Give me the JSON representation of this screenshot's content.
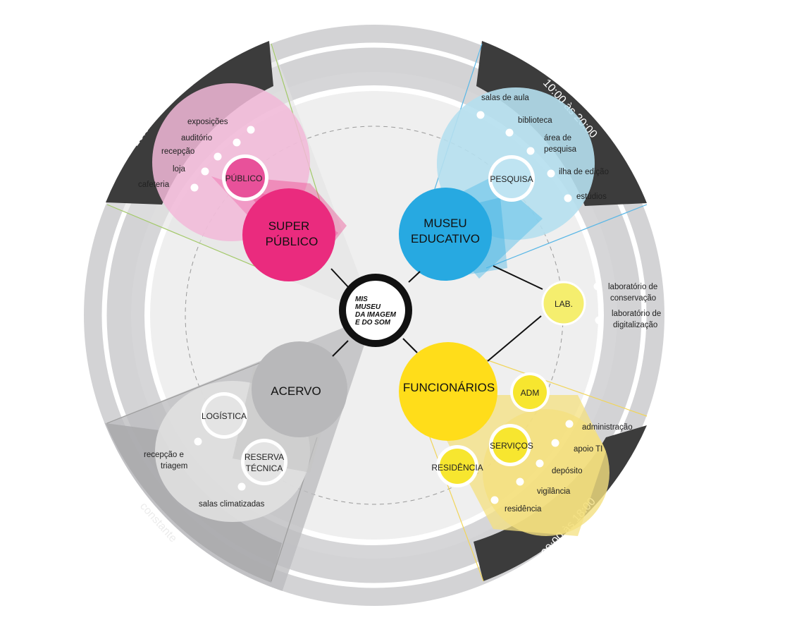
{
  "bands": {
    "publico_hours": "10:00 às 02:00",
    "educativo_hours": "10:00 às 20:00",
    "funcionarios_hours": "09:00 às 18:00",
    "acervo_hours": "constante"
  },
  "center": {
    "logo_lines": [
      "MIS",
      "MUSEU",
      "DA IMAGEM",
      "E DO SOM"
    ]
  },
  "hubs": {
    "super_publico": [
      "SUPER",
      "PÚBLICO"
    ],
    "museu_educativo": [
      "MUSEU",
      "EDUCATIVO"
    ],
    "acervo": "ACERVO",
    "funcionarios": "FUNCIONÁRIOS",
    "lab": "LAB."
  },
  "subnodes": {
    "publico": "PÚBLICO",
    "pesquisa": "PESQUISA",
    "logistica": "LOGÍSTICA",
    "reserva": [
      "RESERVA",
      "TÉCNICA"
    ],
    "adm": "ADM",
    "servicos": "SERVIÇOS",
    "residencia": "RESIDÊNCIA"
  },
  "items": {
    "publico": [
      "exposições",
      "auditório",
      "recepção",
      "loja",
      "cafeteria"
    ],
    "pesquisa": [
      "salas de aula",
      "biblioteca",
      "área de",
      "pesquisa",
      "ilha de edição",
      "estúdios"
    ],
    "lab": [
      "laboratório de",
      "conservação",
      "laboratório de",
      "digitalização"
    ],
    "acervo": [
      "recepção e",
      "triagem",
      "salas climatizadas"
    ],
    "funcionarios": [
      "administração",
      "apoio TI",
      "depósito",
      "vigilância",
      "residência"
    ]
  },
  "colors": {
    "pink": "#ea2b7e",
    "pink_light": "#f2b9d8",
    "blue": "#27a9e1",
    "blue_light": "#b5dfee",
    "yellow": "#ffdd1a",
    "yellow_light": "#f4e07f",
    "gray": "#b8b8ba",
    "gray_light": "#dcdcdd",
    "band_dark": "#3c3c3c",
    "ring_gray": "#d3d3d5",
    "inner_gray": "#efefef"
  }
}
